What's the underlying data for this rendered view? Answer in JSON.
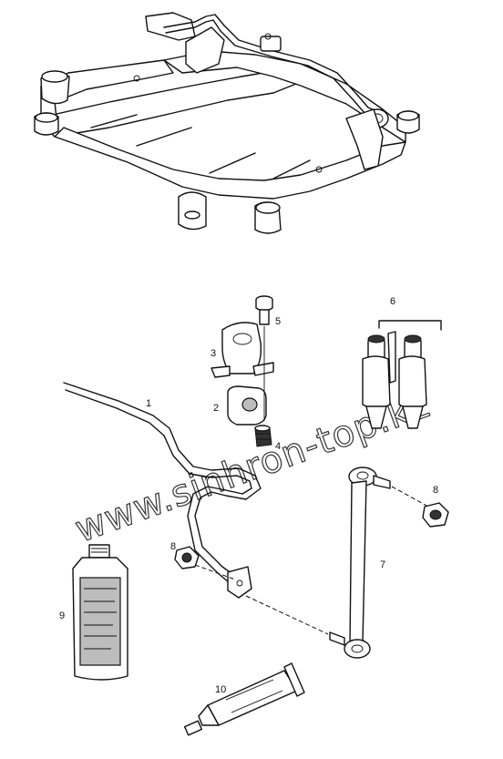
{
  "parts": [
    {
      "id": "p1",
      "number": "1",
      "name": "stabilizer-bar"
    },
    {
      "id": "p2",
      "number": "2",
      "name": "stabilizer-bushing"
    },
    {
      "id": "p3",
      "number": "3",
      "name": "bushing-clamp"
    },
    {
      "id": "p4",
      "number": "4",
      "name": "clamp-nut"
    },
    {
      "id": "p5",
      "number": "5",
      "name": "clamp-bolt"
    },
    {
      "id": "p6",
      "number": "6",
      "name": "shock-absorber-pair"
    },
    {
      "id": "p7",
      "number": "7",
      "name": "stabilizer-link"
    },
    {
      "id": "p8a",
      "number": "8",
      "name": "link-nut-upper"
    },
    {
      "id": "p8b",
      "number": "8",
      "name": "link-nut-lower"
    },
    {
      "id": "p9",
      "number": "9",
      "name": "fluid-bottle"
    },
    {
      "id": "p10",
      "number": "10",
      "name": "grease-tube"
    }
  ],
  "watermark": "www.sinhron-top.kz",
  "colors": {
    "line": "#111111",
    "background": "#ffffff",
    "shade": "#bdbdbd"
  }
}
